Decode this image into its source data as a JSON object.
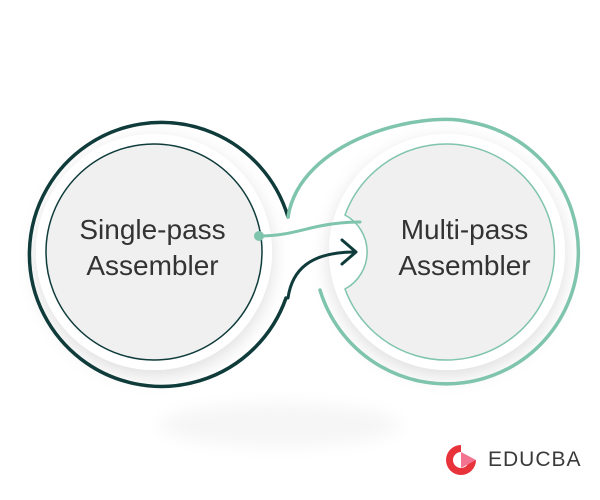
{
  "diagram": {
    "left_node": {
      "lines": [
        "Single-pass",
        "Assembler"
      ]
    },
    "right_node": {
      "lines": [
        "Multi-pass",
        "Assembler"
      ]
    },
    "colors": {
      "dark_accent": "#0f3b3b",
      "light_accent": "#7fc4ac",
      "circle_fill": "#f0f0f0",
      "text": "#333333"
    }
  },
  "brand": {
    "name": "EDUCBA",
    "colors": {
      "logo_red": "#e8333b",
      "logo_pink": "#f27490",
      "text": "#3a3a3a"
    }
  }
}
